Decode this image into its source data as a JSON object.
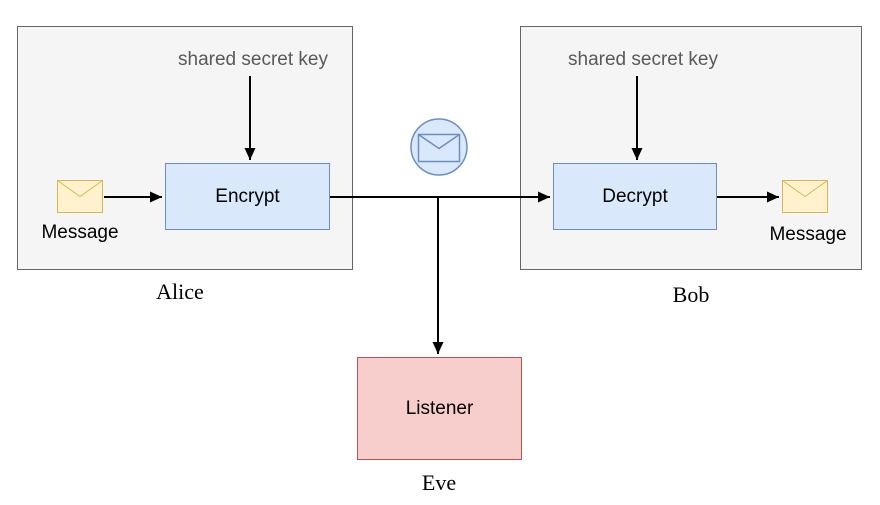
{
  "colors": {
    "canvas_bg": "#ffffff",
    "container_fill": "#f5f5f5",
    "container_border": "#666666",
    "process_fill": "#dae8fc",
    "process_border": "#6c8ebf",
    "envelope_fill": "#fff2cc",
    "envelope_border": "#d6b656",
    "listener_fill": "#f8cecc",
    "listener_border": "#b85450",
    "channel_fill": "#dae8fc",
    "channel_border": "#6c8ebf",
    "key_text": "#595959",
    "label_text": "#000000",
    "arrow": "#000000"
  },
  "alice": {
    "container_label": "Alice",
    "key_label": "shared secret key",
    "process_label": "Encrypt",
    "message_label": "Message",
    "message_icon": "envelope-icon"
  },
  "bob": {
    "container_label": "Bob",
    "key_label": "shared secret key",
    "process_label": "Decrypt",
    "message_label": "Message",
    "message_icon": "envelope-icon"
  },
  "eve": {
    "label": "Eve",
    "process_label": "Listener"
  },
  "channel": {
    "icon": "envelope-circle-icon"
  }
}
